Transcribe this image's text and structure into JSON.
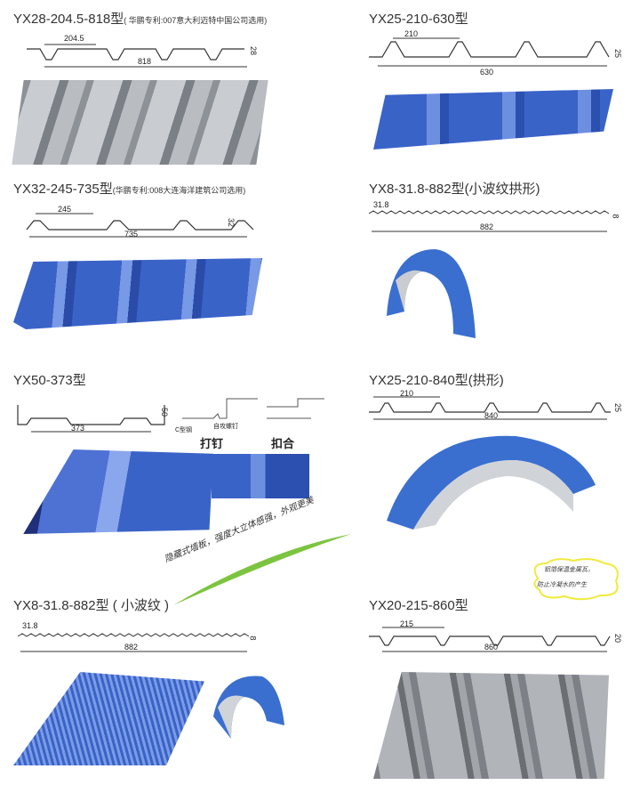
{
  "panels": [
    {
      "title": "YX28-204.5-818型",
      "note": "( 华鹏专利:007意大利迈特中国公司选用)",
      "pitch": "204.5",
      "width": "818",
      "height": "28"
    },
    {
      "title": "YX25-210-630型",
      "pitch": "210",
      "width": "630",
      "height": "25"
    },
    {
      "title": "YX32-245-735型",
      "note": "(华鹏专利:008大连海洋建筑公司选用)",
      "pitch": "245",
      "width": "735",
      "height": "32"
    },
    {
      "title": "YX8-31.8-882型(小波纹拱形)",
      "pitch": "31.8",
      "width": "882",
      "height": "8"
    },
    {
      "title": "YX50-373型",
      "width": "373",
      "height": "50",
      "label_c": "C型钢",
      "label_screw": "自攻螺钉",
      "caption_nail": "打钉",
      "caption_lock": "扣合"
    },
    {
      "title": "YX25-210-840型(拱形)",
      "pitch": "210",
      "width": "840",
      "height": "25"
    },
    {
      "title": "YX8-31.8-882型 ( 小波纹 )",
      "pitch": "31.8",
      "width": "882",
      "height": "8"
    },
    {
      "title": "YX20-215-860型",
      "pitch": "215",
      "width": "860",
      "height": "20"
    }
  ],
  "slogan": "隐藏式墙板，强度大立体感强，外观更美",
  "cloud": {
    "line1": "铝箔保温金属瓦，",
    "line2": "防止冷凝水的产生"
  },
  "colors": {
    "blue": "#3a63c8",
    "silver": "#a9adb3",
    "green": "#7cc440",
    "cloud": "#f0ea3a"
  }
}
